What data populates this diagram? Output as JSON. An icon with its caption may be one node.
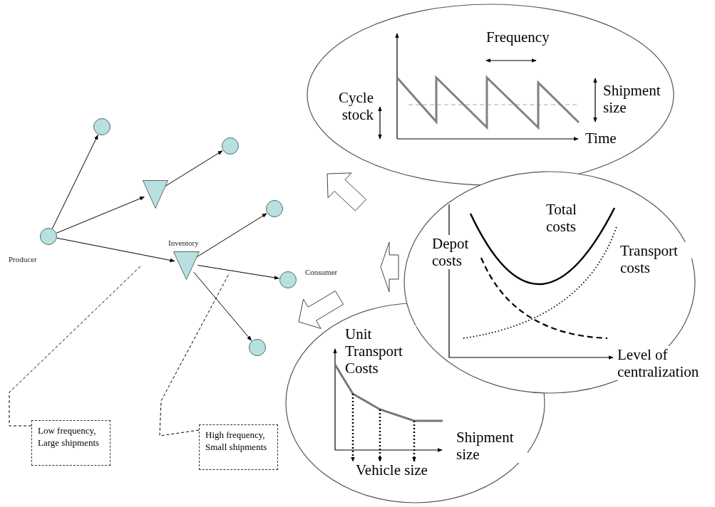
{
  "diagram": {
    "nodes": [
      {
        "text": [],
        "shape": "circle",
        "beside": [
          "Producer"
        ]
      },
      {
        "text": [],
        "shape": "circle"
      },
      {
        "text": [],
        "shape": "triangle"
      },
      {
        "text": [],
        "shape": "circle"
      },
      {
        "text": [],
        "shape": "triangle",
        "beside": [
          "Inventory"
        ]
      },
      {
        "text": [],
        "shape": "circle"
      },
      {
        "text": [],
        "shape": "circle",
        "beside": [
          "Consumer"
        ]
      },
      {
        "text": [],
        "shape": "circle"
      },
      {
        "text": [
          "Low frequency, Large shipments"
        ]
      },
      {
        "text": [
          "High frequency, Small shipments"
        ]
      },
      {
        "text": [
          "Frequency",
          "Cycle stock",
          "Shipment size",
          "Time"
        ]
      },
      {
        "text": [
          "Total costs",
          "Depot costs",
          "Transport costs",
          "Level of centralization"
        ]
      },
      {
        "text": [
          "Unit Transport Costs",
          "Shipment size",
          "Vehicle size"
        ]
      }
    ],
    "edges": [
      {
        "from": 0,
        "to": 1,
        "arrow": "to"
      },
      {
        "from": 0,
        "to": 2,
        "arrow": "to"
      },
      {
        "from": 2,
        "to": 3,
        "arrow": "to"
      },
      {
        "from": 0,
        "to": 4,
        "arrow": "to"
      },
      {
        "from": 4,
        "to": 5,
        "arrow": "to"
      },
      {
        "from": 4,
        "to": 6,
        "arrow": "to"
      },
      {
        "from": 4,
        "to": 7,
        "arrow": "to"
      },
      {
        "from": 8,
        "to": null,
        "arrow": "none",
        "style": "dashed"
      },
      {
        "from": 9,
        "to": null,
        "arrow": "none",
        "style": "dashed"
      },
      {
        "from": null,
        "to": 10,
        "arrow": "to"
      },
      {
        "from": 11,
        "to": null,
        "arrow": "to"
      },
      {
        "from": 12,
        "to": null,
        "arrow": "to"
      }
    ]
  }
}
